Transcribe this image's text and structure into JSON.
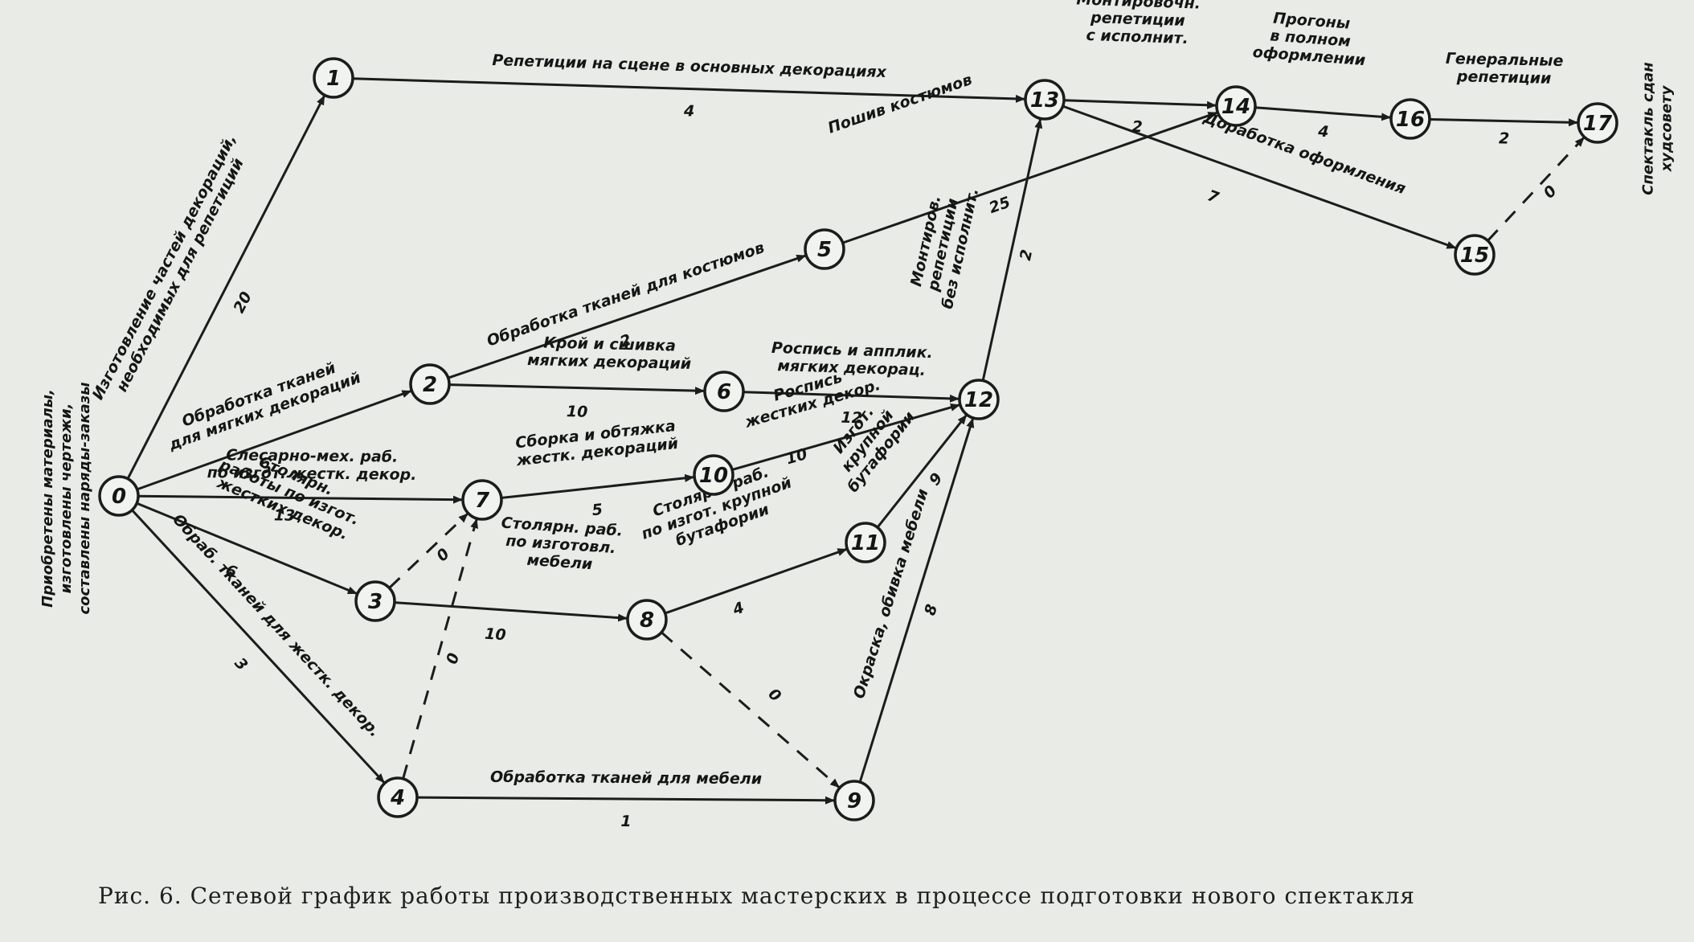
{
  "caption": "Рис. 6. Сетевой график работы производственных мастерских в процессе подготовки нового спектакля",
  "start_note": [
    "Приобретены материалы,",
    "изготовлены чертежи,",
    "составлены наряды-заказы"
  ],
  "end_note": [
    "Спектакль сдан",
    "худсовету"
  ],
  "nodes": [
    "0",
    "1",
    "2",
    "3",
    "4",
    "5",
    "6",
    "7",
    "8",
    "9",
    "10",
    "11",
    "12",
    "13",
    "14",
    "15",
    "16",
    "17"
  ],
  "edges": [
    {
      "id": "e0-1",
      "from": "0",
      "to": "1",
      "dashed": false,
      "label": [
        "Изготовление частей декораций,",
        "необходимых для репетиций"
      ],
      "duration": "20"
    },
    {
      "id": "e1-13",
      "from": "1",
      "to": "13",
      "dashed": false,
      "label": [
        "Репетиции на сцене в основных декорациях"
      ],
      "duration": "4"
    },
    {
      "id": "e0-2",
      "from": "0",
      "to": "2",
      "dashed": false,
      "label": [
        "Обработка тканей",
        "для мягких декораций"
      ],
      "duration": "3"
    },
    {
      "id": "e2-5",
      "from": "2",
      "to": "5",
      "dashed": false,
      "label": [
        "Обработка тканей для костюмов"
      ],
      "duration": "2"
    },
    {
      "id": "e5-14",
      "from": "5",
      "to": "14",
      "dashed": false,
      "label": [
        "Пошив костюмов"
      ],
      "duration": "25"
    },
    {
      "id": "e2-6",
      "from": "2",
      "to": "6",
      "dashed": false,
      "label": [
        "Крой и сшивка",
        "мягких декораций"
      ],
      "duration": "10"
    },
    {
      "id": "e6-12",
      "from": "6",
      "to": "12",
      "dashed": false,
      "label": [
        "Роспись и апплик.",
        "мягких декорац."
      ],
      "duration": "12"
    },
    {
      "id": "e0-7",
      "from": "0",
      "to": "7",
      "dashed": false,
      "label": [
        "Слесарно-мех. раб.",
        "по изгот. жестк. декор."
      ],
      "duration": "13"
    },
    {
      "id": "e7-10",
      "from": "7",
      "to": "10",
      "dashed": false,
      "label": [
        "Сборка и обтяжка",
        "жестк. декораций"
      ],
      "duration": "5"
    },
    {
      "id": "e10-12",
      "from": "10",
      "to": "12",
      "dashed": false,
      "label": [
        "Роспись",
        "жестких декор."
      ],
      "duration": "10"
    },
    {
      "id": "e0-3",
      "from": "0",
      "to": "3",
      "dashed": false,
      "label": [
        "Столярн.",
        "работы по изгот.",
        "жестких декор."
      ],
      "duration": "6"
    },
    {
      "id": "e3-7",
      "from": "3",
      "to": "7",
      "dashed": true,
      "label": [],
      "duration": "0"
    },
    {
      "id": "e3-8",
      "from": "3",
      "to": "8",
      "dashed": false,
      "label": [
        "Столярн. раб.",
        "по изготовл.",
        "мебели"
      ],
      "duration": "10"
    },
    {
      "id": "e8-11",
      "from": "8",
      "to": "11",
      "dashed": false,
      "label": [
        "Столярн. раб.",
        "по изгот. крупной",
        "бутафории"
      ],
      "duration": "4"
    },
    {
      "id": "e11-12",
      "from": "11",
      "to": "12",
      "dashed": false,
      "label": [
        "Изгот.",
        "крупной",
        "бутафории"
      ],
      "duration": "9"
    },
    {
      "id": "e8-9",
      "from": "8",
      "to": "9",
      "dashed": true,
      "label": [],
      "duration": "0"
    },
    {
      "id": "e0-4",
      "from": "0",
      "to": "4",
      "dashed": false,
      "label": [
        "Обраб. тканей для жестк. декор."
      ],
      "duration": "3"
    },
    {
      "id": "e4-7",
      "from": "4",
      "to": "7",
      "dashed": true,
      "label": [],
      "duration": "0"
    },
    {
      "id": "e4-9",
      "from": "4",
      "to": "9",
      "dashed": false,
      "label": [
        "Обработка тканей для мебели"
      ],
      "duration": "1"
    },
    {
      "id": "e9-12",
      "from": "9",
      "to": "12",
      "dashed": false,
      "label": [
        "Окраска, обивка мебели"
      ],
      "duration": "8"
    },
    {
      "id": "e12-13",
      "from": "12",
      "to": "13",
      "dashed": false,
      "label": [
        "Монтиров.",
        "репетиции",
        "без исполнит."
      ],
      "duration": "2"
    },
    {
      "id": "e13-14",
      "from": "13",
      "to": "14",
      "dashed": false,
      "label": [
        "Монтировочн.",
        "репетиции",
        "с исполнит."
      ],
      "duration": "2"
    },
    {
      "id": "e13-15",
      "from": "13",
      "to": "15",
      "dashed": false,
      "label": [
        "Доработка оформления"
      ],
      "duration": "7"
    },
    {
      "id": "e14-16",
      "from": "14",
      "to": "16",
      "dashed": false,
      "label": [
        "Прогоны",
        "в полном",
        "оформлении"
      ],
      "duration": "4"
    },
    {
      "id": "e16-17",
      "from": "16",
      "to": "17",
      "dashed": false,
      "label": [
        "Генеральные",
        "репетиции"
      ],
      "duration": "2"
    },
    {
      "id": "e15-17",
      "from": "15",
      "to": "17",
      "dashed": true,
      "label": [],
      "duration": "0"
    }
  ]
}
